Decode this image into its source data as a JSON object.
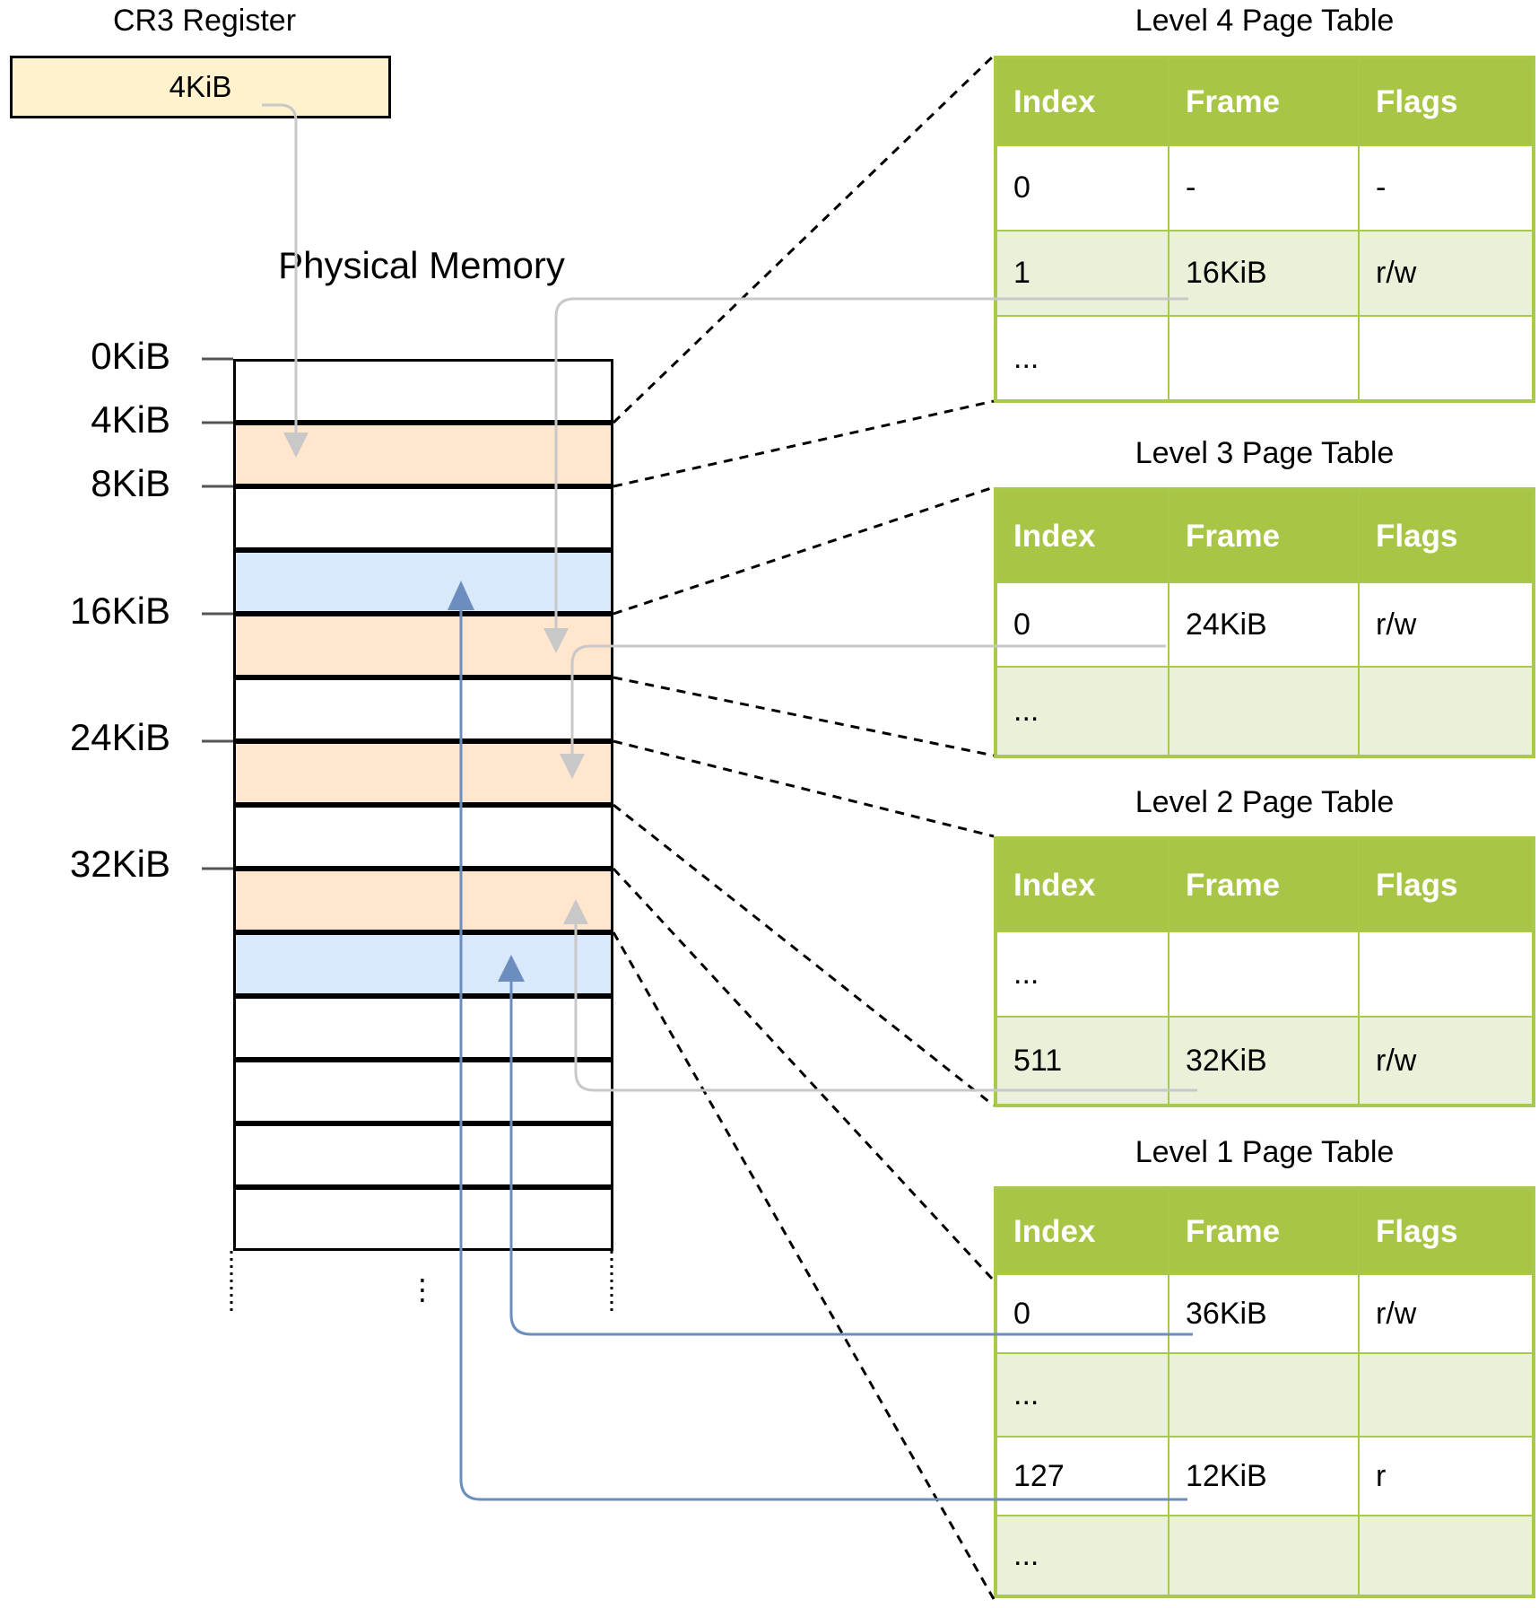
{
  "cr3": {
    "title": "CR3 Register",
    "value": "4KiB"
  },
  "physical_memory": {
    "title": "Physical Memory",
    "address_labels": [
      "0KiB",
      "4KiB",
      "8KiB",
      "16KiB",
      "24KiB",
      "32KiB"
    ],
    "rows": [
      "white",
      "orange",
      "white",
      "blue",
      "orange",
      "white",
      "orange",
      "white",
      "orange",
      "blue",
      "white",
      "white",
      "white",
      "white"
    ],
    "continuation": "⋮"
  },
  "page_tables": [
    {
      "title": "Level 4 Page Table",
      "headers": [
        "Index",
        "Frame",
        "Flags"
      ],
      "rows": [
        [
          "0",
          "-",
          "-"
        ],
        [
          "1",
          "16KiB",
          "r/w"
        ],
        [
          "...",
          "",
          ""
        ]
      ]
    },
    {
      "title": "Level 3 Page Table",
      "headers": [
        "Index",
        "Frame",
        "Flags"
      ],
      "rows": [
        [
          "0",
          "24KiB",
          "r/w"
        ],
        [
          "...",
          "",
          ""
        ]
      ]
    },
    {
      "title": "Level 2 Page Table",
      "headers": [
        "Index",
        "Frame",
        "Flags"
      ],
      "rows": [
        [
          "...",
          "",
          ""
        ],
        [
          "511",
          "32KiB",
          "r/w"
        ]
      ]
    },
    {
      "title": "Level 1 Page Table",
      "headers": [
        "Index",
        "Frame",
        "Flags"
      ],
      "rows": [
        [
          "0",
          "36KiB",
          "r/w"
        ],
        [
          "...",
          "",
          ""
        ],
        [
          "127",
          "12KiB",
          "r"
        ],
        [
          "...",
          "",
          ""
        ]
      ]
    }
  ],
  "colors": {
    "header_green": "#a8c545",
    "table_border": "#a9c94a",
    "alt_row": "#eaf1d9",
    "page_frame_orange": "#ffe6cc",
    "mapped_frame_blue": "#dae8fc",
    "register_fill": "#fff2cc",
    "pointer_gray": "#c8c8c8",
    "mapping_blue": "#6c8ebf"
  }
}
